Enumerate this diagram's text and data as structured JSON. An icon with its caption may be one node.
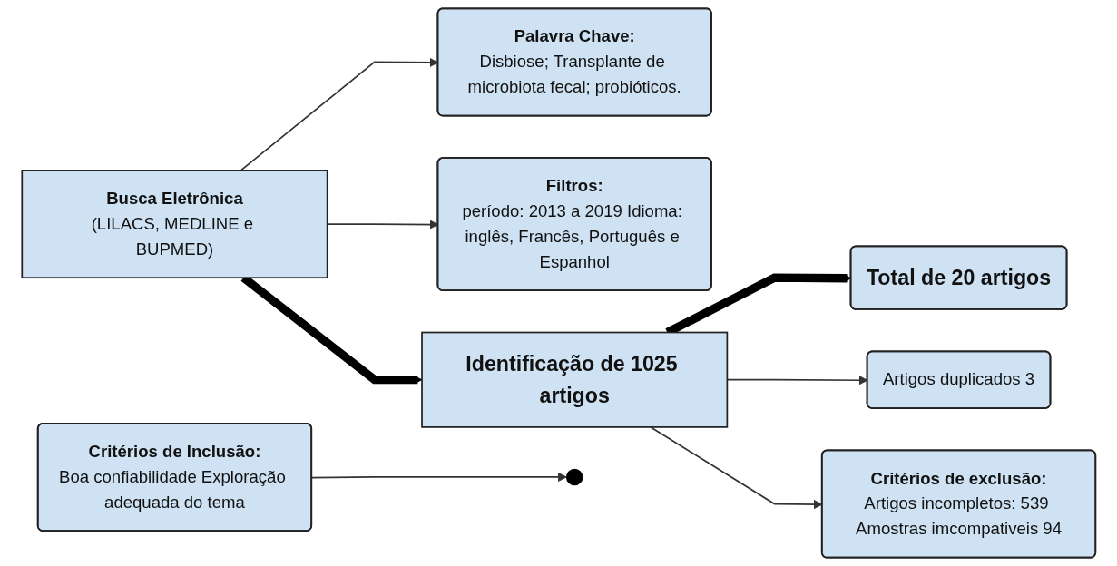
{
  "diagram": {
    "nodes": [
      {
        "text": [
          "Busca Eletrônica",
          "(LILACS, MEDLINE e BUPMED)"
        ]
      },
      {
        "text": [
          "Palavra Chave:",
          "Disbiose; Transplante de microbiota fecal; probióticos."
        ]
      },
      {
        "text": [
          "Filtros:",
          "período: 2013 a 2019 Idioma: inglês, Francês, Português e Espanhol"
        ]
      },
      {
        "text": [
          "Identificação de 1025 artigos"
        ]
      },
      {
        "text": [
          "Artigos duplicados 3"
        ]
      },
      {
        "text": [
          "Critérios de exclusão:",
          "Artigos incompletos: 539 Amostras imcompativeis 94"
        ]
      },
      {
        "text": [
          "Total de 20 artigos"
        ]
      },
      {
        "text": [
          "Critérios de Inclusão:",
          "Boa confiabilidade Exploração adequada do tema"
        ]
      }
    ],
    "edges": [
      {
        "from": 0,
        "to": 3,
        "arrow": "to",
        "style": "thick"
      },
      {
        "from": 0,
        "to": 1,
        "arrow": "to"
      },
      {
        "from": 0,
        "to": 2,
        "arrow": "to"
      },
      {
        "from": 3,
        "to": 6,
        "arrow": "to",
        "style": "thick"
      },
      {
        "from": 3,
        "to": 4,
        "arrow": "to"
      },
      {
        "from": 3,
        "to": 5,
        "arrow": "to"
      },
      {
        "from": 7,
        "to": null,
        "arrow": "to"
      }
    ]
  }
}
